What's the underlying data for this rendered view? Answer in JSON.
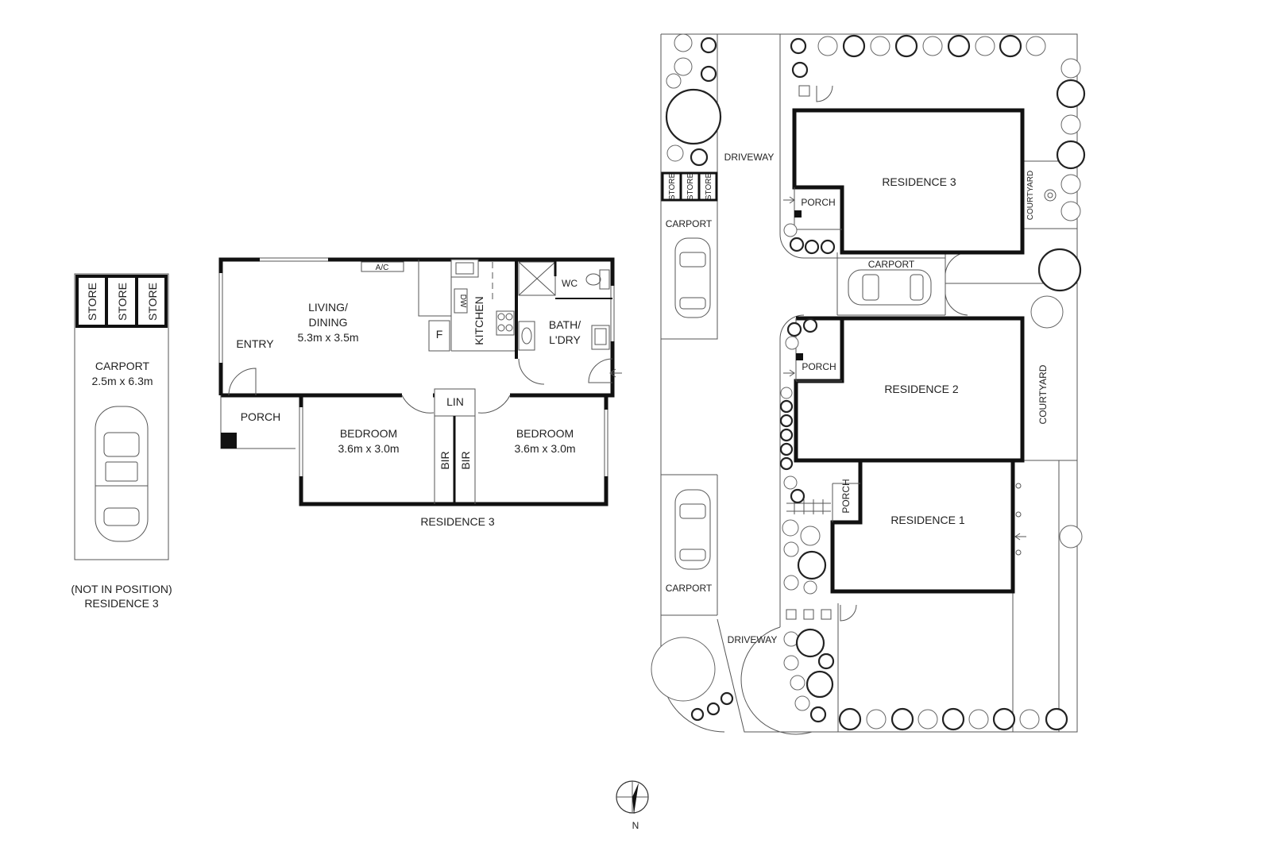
{
  "separate_carport": {
    "stores": [
      "STORE",
      "STORE",
      "STORE"
    ],
    "carport_label": "CARPORT",
    "carport_dims": "2.5m x 6.3m",
    "note": "(NOT IN POSITION)",
    "residence": "RESIDENCE 3"
  },
  "floor_plan": {
    "rooms": {
      "living": "LIVING/",
      "dining": "DINING",
      "living_dims": "5.3m x 3.5m",
      "entry": "ENTRY",
      "porch": "PORCH",
      "ac": "A/C",
      "dw": "DW",
      "fridge": "F",
      "kitchen": "KITCHEN",
      "wc": "WC",
      "bath": "BATH/",
      "laundry": "L'DRY",
      "lin": "LIN",
      "bedroom1": "BEDROOM",
      "bedroom1_dims": "3.6m x 3.0m",
      "bir1": "BIR",
      "bir2": "BIR",
      "bedroom2": "BEDROOM",
      "bedroom2_dims": "3.6m x 3.0m"
    },
    "caption": "RESIDENCE 3"
  },
  "site_plan": {
    "driveway_top": "DRIVEWAY",
    "driveway_bottom": "DRIVEWAY",
    "stores": [
      "STORE",
      "STORE",
      "STORE"
    ],
    "carport_top": "CARPORT",
    "carport_bottom": "CARPORT",
    "carport_mid": "CARPORT",
    "residence3": "RESIDENCE 3",
    "residence2": "RESIDENCE 2",
    "residence1": "RESIDENCE 1",
    "porch3": "PORCH",
    "porch2": "PORCH",
    "porch1": "PORCH",
    "courtyard3": "COURTYARD",
    "courtyard2": "COURTYARD"
  },
  "compass": {
    "label": "N"
  }
}
